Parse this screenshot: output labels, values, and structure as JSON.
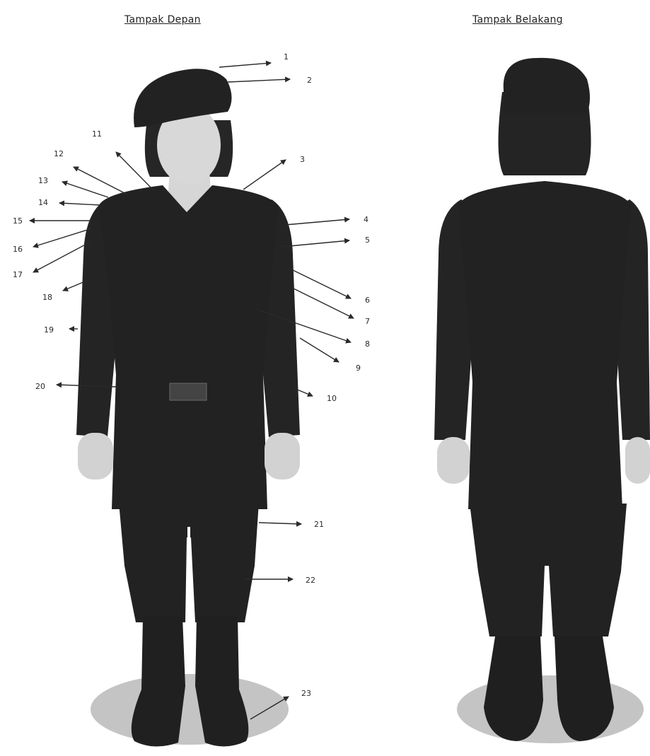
{
  "headings": {
    "front": "Tampak Depan",
    "back": "Tampak Belakang"
  },
  "colors": {
    "uniform": "#232323",
    "skin": "#d6d6d6",
    "shadow": "#bdbdbd",
    "ink": "#2a2a2a"
  },
  "callouts": {
    "right": [
      "1",
      "2",
      "3",
      "4",
      "5",
      "6",
      "7",
      "8",
      "9",
      "10",
      "21",
      "22",
      "23"
    ],
    "left": [
      "11",
      "12",
      "13",
      "14",
      "15",
      "16",
      "17",
      "18",
      "19",
      "20"
    ]
  }
}
